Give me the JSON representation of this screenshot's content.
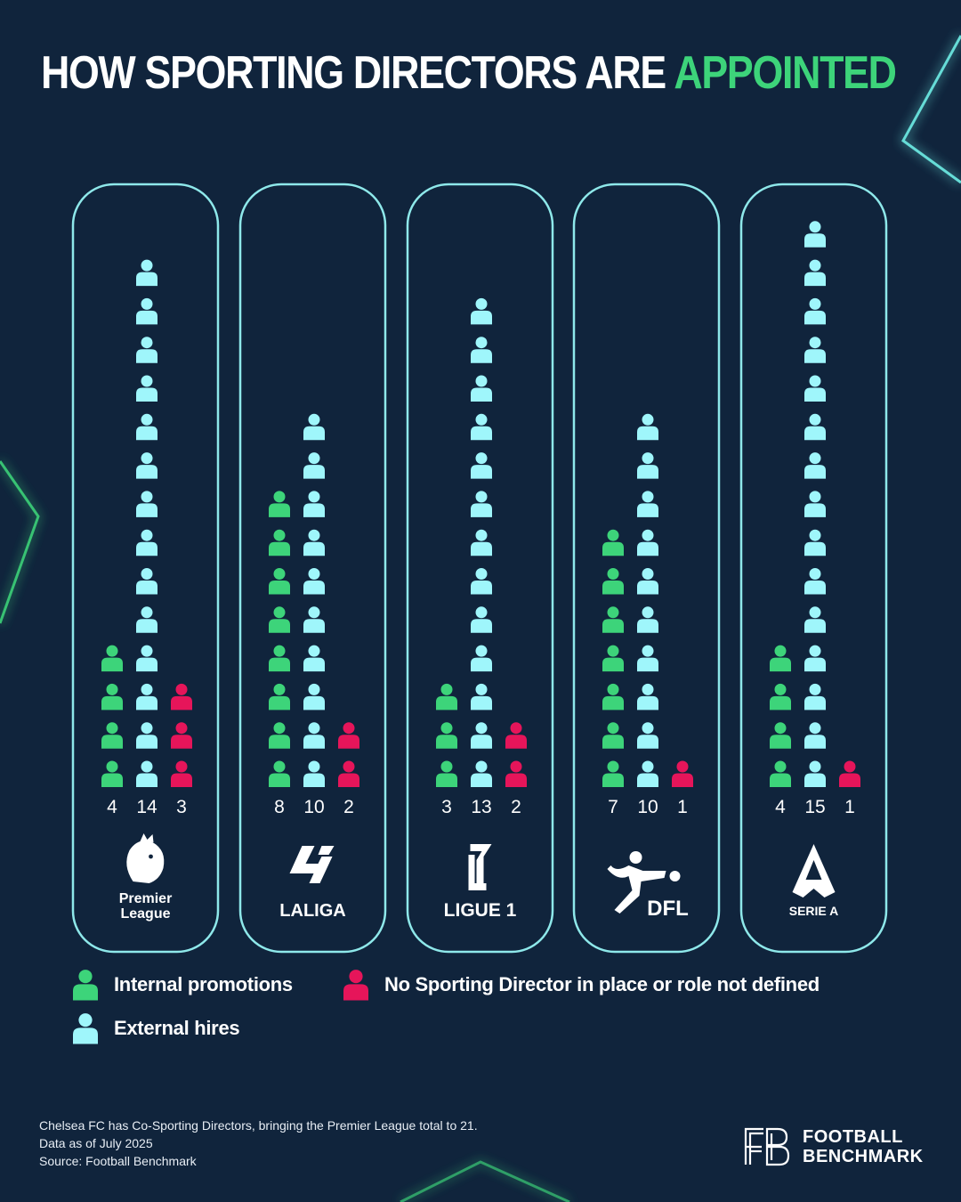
{
  "title": {
    "main": "HOW SPORTING DIRECTORS ARE",
    "accent": "APPOINTED"
  },
  "colors": {
    "background": "#10243c",
    "panel_border": "#8ee8ea",
    "internal": "#3dd47a",
    "external": "#9ff6fb",
    "none": "#e6155a",
    "accent_title": "#3dd47a"
  },
  "chart_data": {
    "type": "bar",
    "categories": [
      "Premier League",
      "LALIGA",
      "LIGUE 1",
      "DFL",
      "SERIE A"
    ],
    "series": [
      {
        "name": "Internal promotions",
        "values": [
          4,
          8,
          3,
          7,
          4
        ]
      },
      {
        "name": "External hires",
        "values": [
          14,
          10,
          13,
          10,
          15
        ]
      },
      {
        "name": "No Sporting Director in place or role not defined",
        "values": [
          3,
          2,
          2,
          1,
          1
        ]
      }
    ]
  },
  "leagues": [
    {
      "logo": "premier-league-logo",
      "line1": "Premier",
      "line2": "League"
    },
    {
      "logo": "laliga-logo",
      "line1": "LALIGA"
    },
    {
      "logo": "ligue1-logo",
      "line1": "LIGUE 1"
    },
    {
      "logo": "dfl-logo",
      "line1": "DFL"
    },
    {
      "logo": "serie-a-logo",
      "line1": "SERIE A"
    }
  ],
  "legend": {
    "internal": "Internal promotions",
    "external": "External hires",
    "none": "No Sporting Director in place or role not defined"
  },
  "footnote": {
    "line1": "Chelsea FC has Co-Sporting Directors, bringing the Premier League total to 21.",
    "line2": "Data as of July 2025",
    "line3": "Source: Football Benchmark"
  },
  "brand": {
    "line1": "FOOTBALL",
    "line2": "BENCHMARK",
    "icon": "fb-logo-icon"
  }
}
